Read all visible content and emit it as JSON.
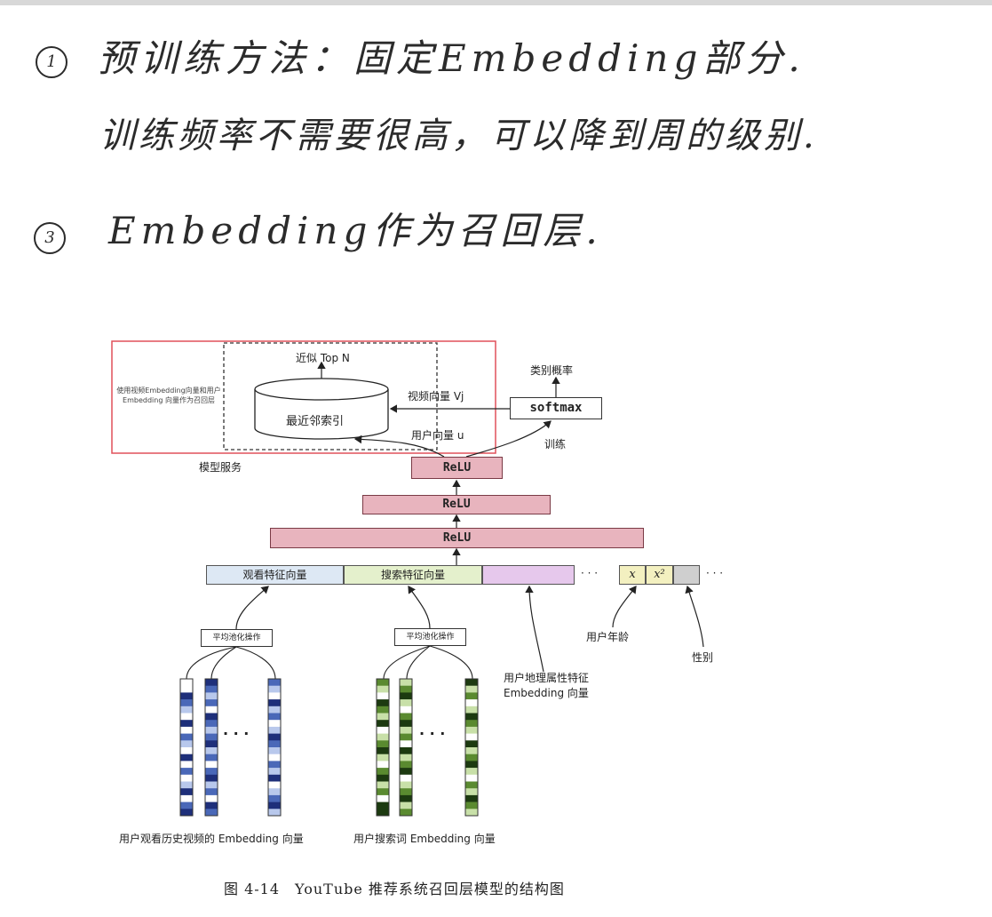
{
  "handwriting": {
    "line1_marker": "1",
    "line1": "预训练方法：固定Embedding部分.",
    "line2": "训练频率不需要很高，可以降到周的级别.",
    "line3_marker": "3",
    "line3": "Embedding作为召回层."
  },
  "diagram": {
    "top_n_label": "近似 Top N",
    "category_prob_label": "类别概率",
    "serving_side_note": "使用视频Embedding向量和用户 Embedding 向量作为召回层",
    "nn_index_label": "最近邻索引",
    "video_vector_label": "视频向量 Vj",
    "softmax_label": "softmax",
    "user_vector_label": "用户向量 u",
    "train_label": "训练",
    "serving_label": "模型服务",
    "relu_label": "ReLU",
    "watch_feature_label": "观看特征向量",
    "search_feature_label": "搜索特征向量",
    "ellipsis": "· · ·",
    "x_label": "x",
    "x2_label": "x²",
    "avg_pool_label": "平均池化操作",
    "user_age_label": "用户年龄",
    "gender_label": "性别",
    "geo_label_1": "用户地理属性特征",
    "geo_label_2": "Embedding 向量",
    "watch_history_label": "用户观看历史视频的 Embedding 向量",
    "search_terms_label": "用户搜索词 Embedding 向量",
    "caption": "图 4-14　YouTube 推荐系统召回层模型的结构图"
  },
  "colors": {
    "serving_border": "#e0505a",
    "relu_fill": "#e8b4be",
    "watch_fill": "#dde8f4",
    "search_fill": "#e4f0cc",
    "geo_fill": "#e6c8ec",
    "x_fill": "#f3f0c0",
    "gender_fill": "#cfcfcf",
    "watch_dark": "#1e2f7a",
    "watch_mid": "#4a68b8",
    "watch_light": "#b8c8ec",
    "search_dark": "#1c3a10",
    "search_mid": "#5a8a30",
    "search_light": "#c8e0a8"
  }
}
